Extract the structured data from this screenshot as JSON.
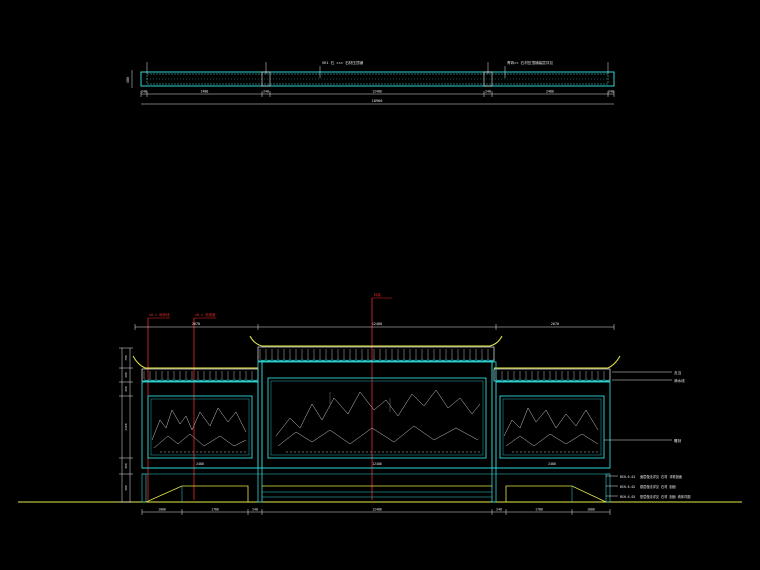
{
  "colors": {
    "background": "#000000",
    "cyan": "#2fd6d6",
    "white": "#e8e8e8",
    "yellow": "#e8e84a",
    "red": "#e82a2a",
    "green": "#3fe07a",
    "gray": "#9a9a9a"
  },
  "plan": {
    "callout_left": "SR1 石 ×××  石材压顶铺",
    "callout_right": "青砖×× 石材压顶铺装层详见",
    "dims": [
      "240",
      "2480",
      "240",
      "12480",
      "240",
      "2480",
      "240"
    ],
    "total": "18960",
    "left_height": "480"
  },
  "elevation": {
    "markers": [
      "±0.× 地坪线",
      "±0.× 完成面",
      "标高"
    ],
    "top_dims": [
      "2670",
      "12480",
      "2670"
    ],
    "center_dim": "12480",
    "right_labels": [
      "瓦当",
      "滴水线",
      "雕刻"
    ],
    "bottom_notes": [
      "面层做法详见 石材 详看剖面",
      "基层做法详见 石材 剖面",
      "垫层做法详见 石材 剖面 墙体详图"
    ],
    "note_codes": [
      "BSH-6-01",
      "BSH-6-02",
      "BSH-6-03"
    ],
    "panel_dims": [
      "2480",
      "12480",
      "2480"
    ],
    "bottom_dims": [
      "1000",
      "1700",
      "240",
      "12480",
      "240",
      "1700",
      "1000"
    ],
    "left_dims": [
      "700",
      "200",
      "450",
      "2400",
      "300",
      "300"
    ]
  }
}
